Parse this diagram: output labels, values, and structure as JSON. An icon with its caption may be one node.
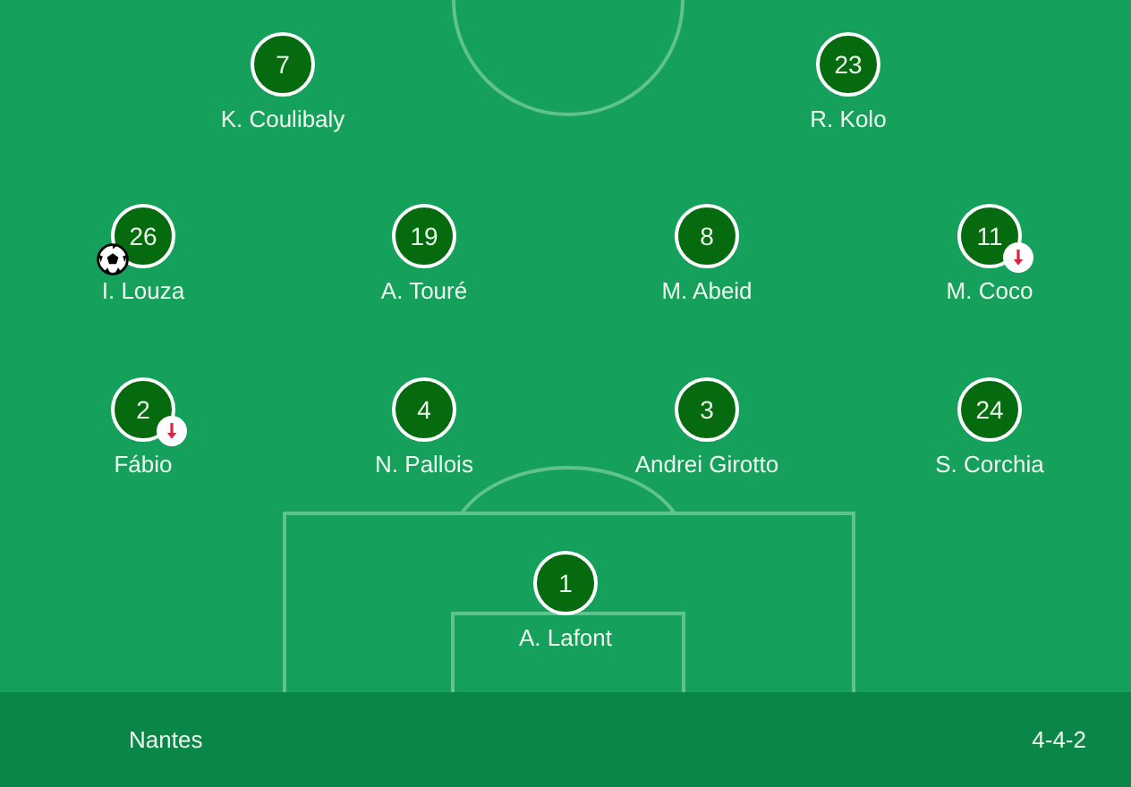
{
  "diagram": {
    "nodes": [
      {
        "text": [
          "7"
        ],
        "beside": [
          "K. Coulibaly"
        ]
      },
      {
        "text": [
          "23"
        ],
        "beside": [
          "R. Kolo"
        ]
      },
      {
        "text": [
          "26"
        ],
        "beside": [
          "I. Louza"
        ]
      },
      {
        "text": [
          "19"
        ],
        "beside": [
          "A. Touré"
        ]
      },
      {
        "text": [
          "8"
        ],
        "beside": [
          "M. Abeid"
        ]
      },
      {
        "text": [
          "11"
        ],
        "beside": [
          "M. Coco"
        ]
      },
      {
        "text": [
          "2"
        ],
        "beside": [
          "Fábio"
        ]
      },
      {
        "text": [
          "4"
        ],
        "beside": [
          "N. Pallois"
        ]
      },
      {
        "text": [
          "3"
        ],
        "beside": [
          "Andrei Girotto"
        ]
      },
      {
        "text": [
          "24"
        ],
        "beside": [
          "S. Corchia"
        ]
      },
      {
        "text": [
          "1"
        ],
        "beside": [
          "A. Lafont"
        ]
      }
    ],
    "labels": [
      "Nantes",
      "4-4-2"
    ]
  }
}
